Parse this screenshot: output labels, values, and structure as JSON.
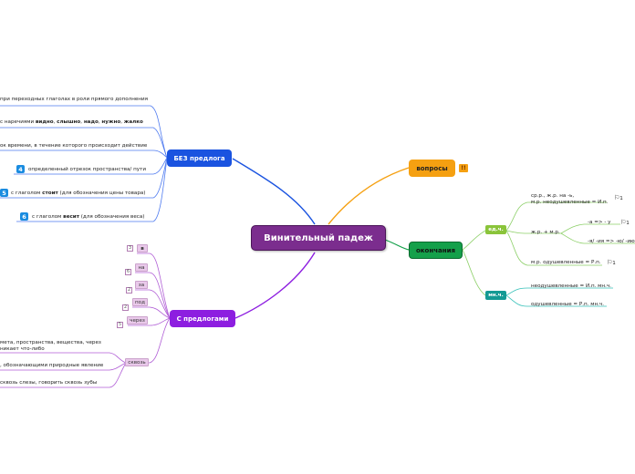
{
  "central": "Винительный падеж",
  "bez": {
    "label": "БЕЗ предлога",
    "items": [
      "при переходных глаголах в роли прямого дополнения",
      "ок времени, в течение которого происходит действие",
      "определенный отрезок пространства/ пути",
      "глаголом",
      "(для обозначения цены товара)",
      "с глаголом",
      "(для обозначения веса)"
    ],
    "naречия_prefix": "с наречиями",
    "adverbs": [
      "видно",
      "слышно",
      "надо",
      "нужно",
      "жалко"
    ],
    "sep": ", ",
    "c": "с",
    "stoit": "стоит",
    "vesit": "весит",
    "badges": [
      "4",
      "5",
      "6"
    ]
  },
  "spred": {
    "label": "С предлогами",
    "preps": [
      "в",
      "на",
      "за",
      "под",
      "через",
      "сквозь"
    ],
    "nums": [
      "3",
      "6",
      "2",
      "2",
      "5"
    ],
    "skvoz_items": [
      "мета, пространства, вещества, через",
      "никает что-либо",
      ", обозначающими природные явление",
      "сквозь слезы, говорить сквозь зубы"
    ]
  },
  "voprosy": {
    "label": "вопросы",
    "badge": "!!"
  },
  "okonchaniya": {
    "label": "окончания",
    "ed": {
      "label": "ед.ч.",
      "items": [
        "ср.р., ж.р. на -ь,",
        "м.р. неодушевленные = И.п.",
        "ж.р. + м.р.",
        "-а => - у",
        "-я/ -ия => -ю/ -ию",
        "м.р. одушевленные = Р.п."
      ]
    },
    "mn": {
      "label": "мн.ч.",
      "items": [
        "неодушевленные = И.п. мн.ч.",
        "одушевленные = Р.п. мн.ч."
      ]
    },
    "flag_count": "1"
  },
  "colors": {
    "blue": "#1a53e0",
    "purple": "#8d1ee0",
    "orange": "#f5a011",
    "green": "#14a04a",
    "lime": "#8ac43a",
    "teal": "#149a94"
  }
}
